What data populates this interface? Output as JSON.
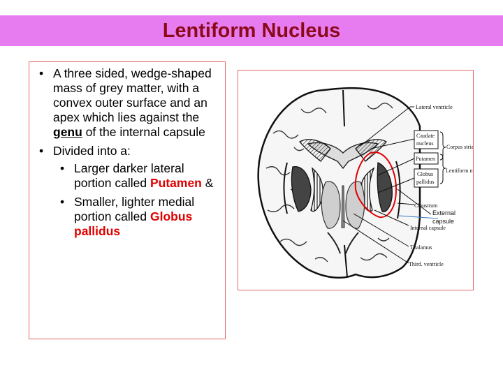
{
  "slide": {
    "title": "Lentiform Nucleus",
    "colors": {
      "title_bar": "#e77cf0",
      "title_text": "#8b0a1a",
      "highlight": "#e00000",
      "box_border": "#e06666"
    }
  },
  "bullets": {
    "b1_text_before": "A three sided, wedge-shaped mass of grey matter, with a convex outer surface and an apex which lies against the ",
    "b1_genu": "genu",
    "b1_text_after": " of the internal capsule",
    "b2_text": "Divided into a:",
    "s1_text_before": "Larger darker lateral portion called ",
    "s1_highlight": "Putamen",
    "s1_text_after": " &",
    "s2_text_before": "Smaller, lighter medial portion called ",
    "s2_highlight": "Globus pallidus"
  },
  "diagram": {
    "labels": {
      "lateral_ventricle": "Lateral ventricle",
      "caudate_1": "Caudate",
      "caudate_2": "nucleus",
      "corpus_striatum": "Corpus striatum",
      "putamen": "Putamen",
      "globus_1": "Globus",
      "globus_2": "pallidus",
      "lentiform_nucleus": "Lentiform nucleus",
      "claustrum": "Claustrum",
      "external_1": "External",
      "external_2": "capsule",
      "internal_capsule": "Internal capsule",
      "thalamus": "Thalamus",
      "third_ventricle": "Third. ventricle"
    }
  }
}
